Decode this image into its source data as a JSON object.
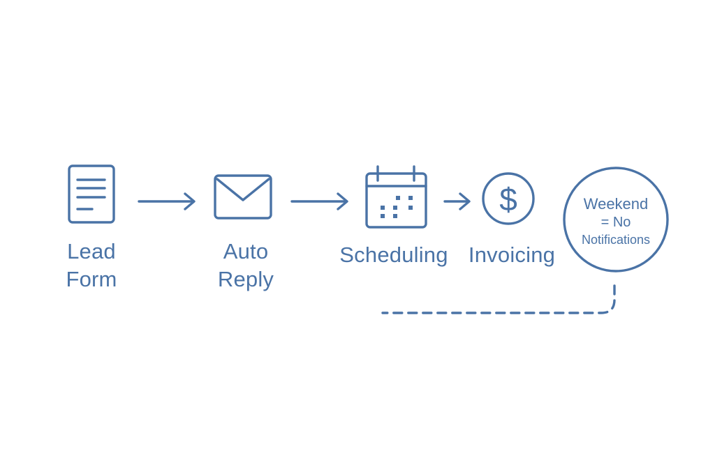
{
  "colors": {
    "stroke": "#4a73a6",
    "text": "#4a73a6",
    "background": "#ffffff"
  },
  "steps": [
    {
      "id": "lead-form",
      "icon": "document-icon",
      "label_lines": [
        "Lead",
        "Form"
      ]
    },
    {
      "id": "auto-reply",
      "icon": "envelope-icon",
      "label_lines": [
        "Auto",
        "Reply"
      ]
    },
    {
      "id": "scheduling",
      "icon": "calendar-icon",
      "label_lines": [
        "Scheduling"
      ]
    },
    {
      "id": "invoicing",
      "icon": "dollar-coin-icon",
      "label_lines": [
        "Invoicing"
      ]
    }
  ],
  "note": {
    "lines": [
      "Weekend",
      "= No",
      "Notifications"
    ],
    "connector": "dashed-line"
  }
}
